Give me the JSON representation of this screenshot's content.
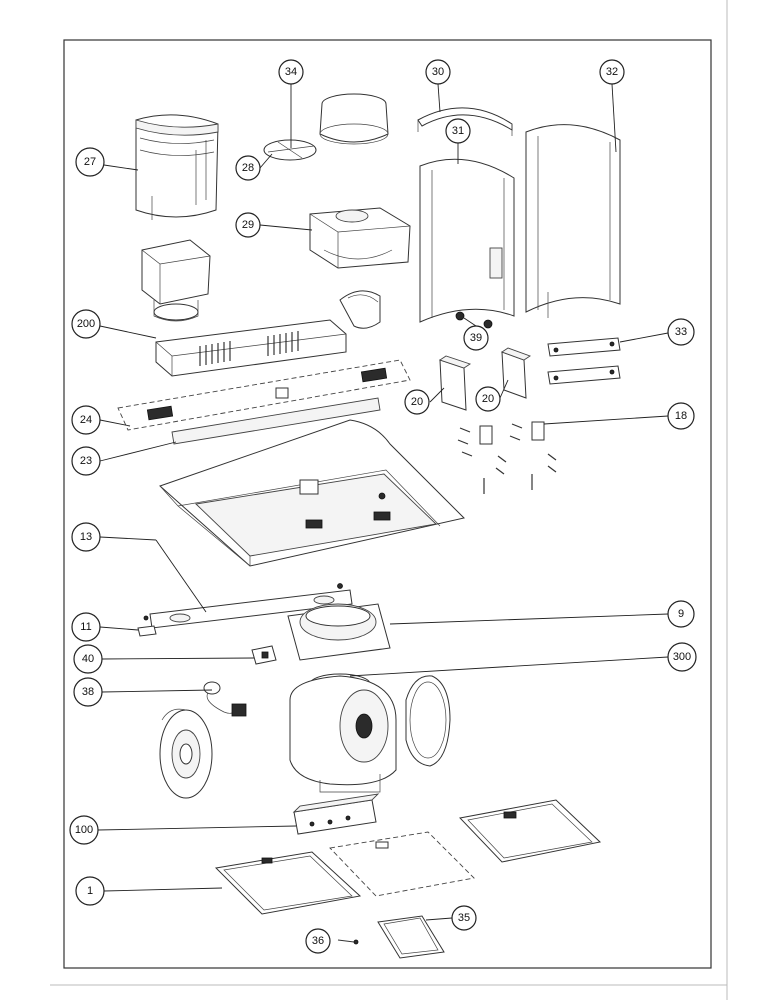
{
  "callouts": [
    {
      "id": "c34",
      "label": "34"
    },
    {
      "id": "c30",
      "label": "30"
    },
    {
      "id": "c32",
      "label": "32"
    },
    {
      "id": "c31",
      "label": "31"
    },
    {
      "id": "c27",
      "label": "27"
    },
    {
      "id": "c28",
      "label": "28"
    },
    {
      "id": "c29",
      "label": "29"
    },
    {
      "id": "c200",
      "label": "200"
    },
    {
      "id": "c39",
      "label": "39"
    },
    {
      "id": "c33",
      "label": "33"
    },
    {
      "id": "c20a",
      "label": "20"
    },
    {
      "id": "c20b",
      "label": "20"
    },
    {
      "id": "c24",
      "label": "24"
    },
    {
      "id": "c18",
      "label": "18"
    },
    {
      "id": "c23",
      "label": "23"
    },
    {
      "id": "c13",
      "label": "13"
    },
    {
      "id": "c9",
      "label": "9"
    },
    {
      "id": "c11",
      "label": "11"
    },
    {
      "id": "c40",
      "label": "40"
    },
    {
      "id": "c300",
      "label": "300"
    },
    {
      "id": "c38",
      "label": "38"
    },
    {
      "id": "c100",
      "label": "100"
    },
    {
      "id": "c1",
      "label": "1"
    },
    {
      "id": "c35",
      "label": "35"
    },
    {
      "id": "c36",
      "label": "36"
    }
  ]
}
